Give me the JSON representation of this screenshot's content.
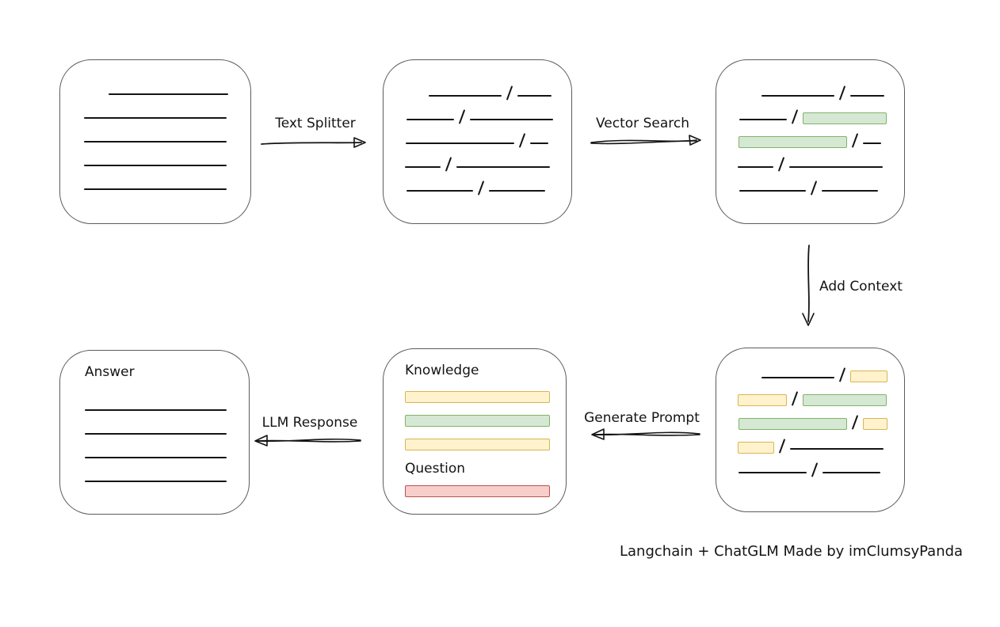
{
  "labels": {
    "text_splitter": "Text Splitter",
    "vector_search": "Vector Search",
    "add_context": "Add Context",
    "generate_prompt": "Generate Prompt",
    "llm_response": "LLM Response",
    "knowledge": "Knowledge",
    "question": "Question",
    "answer": "Answer",
    "credit": "Langchain + ChatGLM Made by imClumsyPanda"
  },
  "colors": {
    "ink": "#141414",
    "box_border": "#5c5c5c",
    "background": "#ffffff",
    "green": {
      "fill": "#d5e8d4",
      "stroke": "#82b366"
    },
    "yellow": {
      "fill": "#fff2cc",
      "stroke": "#d6b656"
    },
    "red": {
      "fill": "#f8cecc",
      "stroke": "#b85450"
    }
  },
  "boxes": {
    "document": {
      "lines": [
        {
          "indent": 31,
          "w": 151
        },
        {
          "indent": 0,
          "w": 180
        },
        {
          "indent": 0,
          "w": 180
        },
        {
          "indent": 0,
          "w": 180
        },
        {
          "indent": 0,
          "w": 180
        }
      ]
    },
    "split_text": {
      "rows": [
        {
          "indent": 30,
          "segs": [
            {
              "t": "line",
              "w": 92
            },
            {
              "t": "slash"
            },
            {
              "t": "line",
              "w": 43
            }
          ]
        },
        {
          "indent": 2,
          "segs": [
            {
              "t": "line",
              "w": 60
            },
            {
              "t": "slash"
            },
            {
              "t": "line",
              "w": 105
            }
          ]
        },
        {
          "indent": 1,
          "segs": [
            {
              "t": "line",
              "w": 137
            },
            {
              "t": "slash"
            },
            {
              "t": "line",
              "w": 23
            }
          ]
        },
        {
          "indent": 0,
          "segs": [
            {
              "t": "line",
              "w": 45
            },
            {
              "t": "slash"
            },
            {
              "t": "line",
              "w": 118
            }
          ]
        },
        {
          "indent": 2,
          "segs": [
            {
              "t": "line",
              "w": 84
            },
            {
              "t": "slash"
            },
            {
              "t": "line",
              "w": 71
            }
          ]
        }
      ]
    },
    "vector_matched": {
      "rows": [
        {
          "indent": 30,
          "segs": [
            {
              "t": "line",
              "w": 92
            },
            {
              "t": "slash"
            },
            {
              "t": "line",
              "w": 43
            }
          ]
        },
        {
          "indent": 2,
          "segs": [
            {
              "t": "line",
              "w": 60
            },
            {
              "t": "slash"
            },
            {
              "t": "green",
              "w": 106
            }
          ]
        },
        {
          "indent": 1,
          "segs": [
            {
              "t": "green",
              "w": 137
            },
            {
              "t": "slash"
            },
            {
              "t": "line",
              "w": 23
            }
          ]
        },
        {
          "indent": 0,
          "segs": [
            {
              "t": "line",
              "w": 45
            },
            {
              "t": "slash"
            },
            {
              "t": "line",
              "w": 118
            }
          ]
        },
        {
          "indent": 2,
          "segs": [
            {
              "t": "line",
              "w": 84
            },
            {
              "t": "slash"
            },
            {
              "t": "line",
              "w": 71
            }
          ]
        }
      ]
    },
    "context": {
      "rows": [
        {
          "indent": 30,
          "segs": [
            {
              "t": "line",
              "w": 92
            },
            {
              "t": "slash"
            },
            {
              "t": "yellow",
              "w": 47
            }
          ]
        },
        {
          "indent": 0,
          "segs": [
            {
              "t": "yellow",
              "w": 62
            },
            {
              "t": "slash"
            },
            {
              "t": "green",
              "w": 106
            }
          ]
        },
        {
          "indent": 1,
          "segs": [
            {
              "t": "green",
              "w": 137
            },
            {
              "t": "slash"
            },
            {
              "t": "yellow",
              "w": 31
            }
          ]
        },
        {
          "indent": 0,
          "segs": [
            {
              "t": "yellow",
              "w": 46
            },
            {
              "t": "slash"
            },
            {
              "t": "line",
              "w": 118
            }
          ]
        },
        {
          "indent": 1,
          "segs": [
            {
              "t": "line",
              "w": 86
            },
            {
              "t": "slash"
            },
            {
              "t": "line",
              "w": 73
            }
          ]
        }
      ]
    },
    "prompt": {
      "knowledge_bars": [
        {
          "c": "yellow",
          "w": 183
        },
        {
          "c": "green",
          "w": 183
        },
        {
          "c": "yellow",
          "w": 183
        }
      ],
      "question_bars": [
        {
          "c": "red",
          "w": 183
        }
      ]
    },
    "answer": {
      "lines": [
        {
          "indent": 0,
          "w": 179
        },
        {
          "indent": 0,
          "w": 179
        },
        {
          "indent": 0,
          "w": 179
        },
        {
          "indent": 0,
          "w": 179
        }
      ]
    }
  }
}
